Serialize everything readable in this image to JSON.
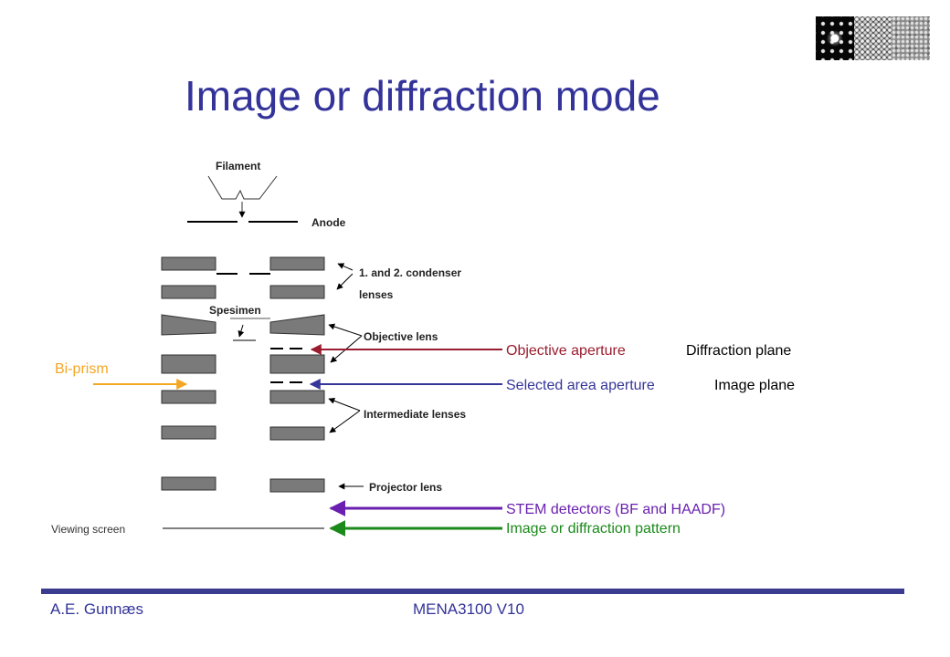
{
  "slide": {
    "title": "Image or diffraction mode",
    "footer_left": "A.E. Gunnæs",
    "footer_center": "MENA3100 V10"
  },
  "labels": {
    "filament": "Filament",
    "anode": "Anode",
    "condenser_line1": "1. and 2. condenser",
    "condenser_line2": "lenses",
    "specimen": "Spesimen",
    "objective_lens": "Objective lens",
    "intermediate_lenses": "Intermediate lenses",
    "projector_lens": "Projector lens",
    "viewing_screen": "Viewing screen",
    "bi_prism": "Bi-prism",
    "objective_aperture": "Objective aperture",
    "diffraction_plane": "Diffraction plane",
    "selected_area_aperture": "Selected area aperture",
    "image_plane": "Image plane",
    "stem_detectors": "STEM detectors (BF and HAADF)",
    "image_or_diffraction_pattern": "Image or diffraction pattern"
  },
  "colors": {
    "title": "#33339a",
    "objective_aperture": "#9b1c2e",
    "selected_area_aperture": "#36369a",
    "bi_prism": "#f5a623",
    "stem_detectors": "#6a1fb0",
    "image_pattern": "#1b8a1b",
    "lens": "#7a7a7a"
  }
}
